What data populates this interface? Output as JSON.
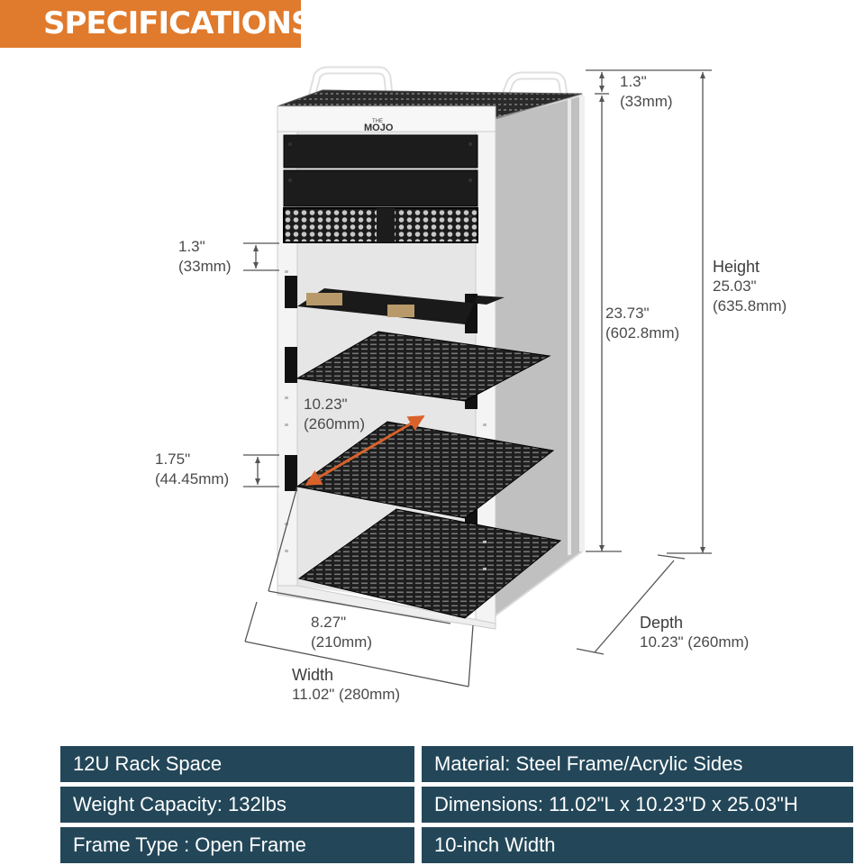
{
  "banner": {
    "title": "SPECIFICATIONS"
  },
  "brand": {
    "logo_top": "THE",
    "logo_main": "MOJO"
  },
  "dimensions": {
    "top_margin": {
      "inch": "1.3\"",
      "mm": "(33mm)"
    },
    "unit_left": {
      "inch": "1.3\"",
      "mm": "(33mm)"
    },
    "height_inner": {
      "inch": "23.73\"",
      "mm": "(602.8mm)"
    },
    "height": {
      "label": "Height",
      "inch": "25.03\"",
      "mm": "(635.8mm)"
    },
    "shelf_depth": {
      "inch": "10.23\"",
      "mm": "(260mm)"
    },
    "rack_unit": {
      "inch": "1.75\"",
      "mm": "(44.45mm)"
    },
    "inner_width": {
      "inch": "8.27\"",
      "mm": "(210mm)"
    },
    "depth": {
      "label": "Depth",
      "value": "10.23\" (260mm)"
    },
    "width": {
      "label": "Width",
      "value": "11.02\" (280mm)"
    }
  },
  "specs": {
    "left": [
      "12U Rack Space",
      "Weight Capacity: 132lbs",
      "Frame Type : Open Frame"
    ],
    "right": [
      "Material: Steel Frame/Acrylic Sides",
      "Dimensions: 11.02\"L x 10.23\"D x 25.03\"H",
      "10-inch Width"
    ]
  },
  "colors": {
    "banner": "#e07a2c",
    "spec_bg": "#234759",
    "arrow": "#d9622b",
    "frame": "#f2f2f2",
    "panel": "#1a1a1a"
  }
}
